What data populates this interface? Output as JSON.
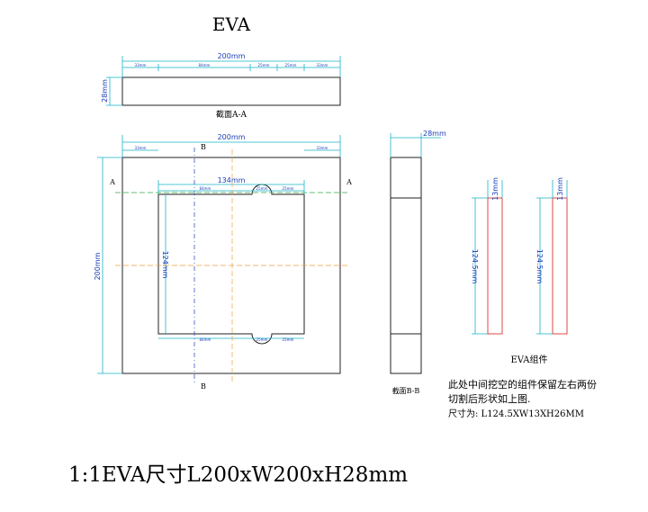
{
  "title": "EVA",
  "section_aa_label": "截面A-A",
  "section_bb_label": "截面B-B",
  "component_label": "EVA组件",
  "dims": {
    "w200_top": "200mm",
    "w200_main": "200mm",
    "h200": "200mm",
    "h28": "28mm",
    "t28_side": "28mm",
    "w134": "134mm",
    "h124": "124mm",
    "h13a": "13mm",
    "h13b": "13mm",
    "l124a": "124.5mm",
    "l124b": "124.5mm",
    "seg_33a": "33mm",
    "seg_84": "84mm",
    "seg_25a": "25mm",
    "seg_25b": "25mm",
    "seg_33b": "33mm",
    "m_33a": "33mm",
    "m_33b": "33mm",
    "i_84a": "84mm",
    "i_25a": "25mm",
    "i_84b": "84mm",
    "i_25b": "25mm",
    "i_25c": "25mm",
    "i_25d": "25mm"
  },
  "markers": {
    "a_left": "A",
    "a_right": "A",
    "b_top": "B",
    "b_bottom": "B"
  },
  "note": {
    "line1": "此处中间挖空的组件保留左右两份",
    "line2": "切割后形状如上图.",
    "line3": "尺寸为: L124.5XW13XH26MM"
  },
  "scale_text": "1:1EVA尺寸L200xW200xH28mm",
  "colors": {
    "outline": "#222222",
    "dimension": "#1a3db8",
    "cyan": "#19b3c8",
    "red": "#dd3333",
    "green": "#3aa845",
    "orange": "#f0a040"
  }
}
